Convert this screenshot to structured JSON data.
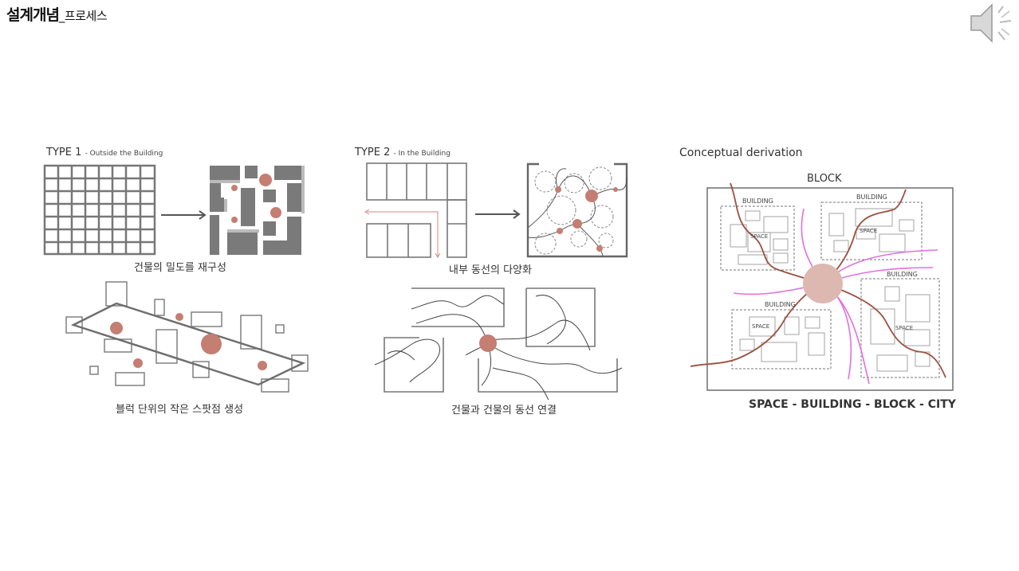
{
  "header": {
    "title_main": "설계개념",
    "title_sub": "_프로세스"
  },
  "icons": {
    "speaker": "speaker-icon"
  },
  "colors": {
    "accent": "#c47e72",
    "gray": "#777777",
    "magenta": "#e070e0",
    "brown": "#9a5040",
    "hub": "#dcb8b0"
  },
  "type1": {
    "heading": "TYPE 1",
    "heading_sub": "- Outside the Building",
    "caption_top": "건물의 밀도를 재구성",
    "caption_bottom": "블럭 단위의 작은 스팟점 생성"
  },
  "type2": {
    "heading": "TYPE 2",
    "heading_sub": "- In the Building",
    "caption_top": "내부 동선의 다양화",
    "caption_bottom": "건물과 건물의 동선 연결"
  },
  "conceptual": {
    "heading": "Conceptual derivation",
    "block_label": "BLOCK",
    "building_label": "BUILDING",
    "space_label": "SPACE",
    "caption": "SPACE - BUILDING - BLOCK - CITY"
  }
}
